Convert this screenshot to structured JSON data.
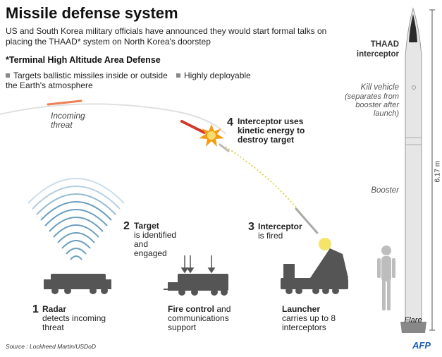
{
  "title": "Missile defense system",
  "subtitle": "US and South Korea military officials have announced they would start formal talks on placing the THAAD* system on North Korea's doorstep",
  "footnote": "*Terminal High Altitude Area Defense",
  "bullets": [
    "Targets ballistic missiles inside or outside the Earth's atmosphere",
    "Highly deployable"
  ],
  "incoming": "Incoming threat",
  "steps": [
    {
      "num": "1",
      "strong": "Radar",
      "text": "detects incoming threat"
    },
    {
      "num": "2",
      "strong": "Target",
      "text": "is identified and engaged"
    },
    {
      "num": "3",
      "strong": "Interceptor",
      "text": "is fired"
    },
    {
      "num": "4",
      "strong": "Interceptor uses kinetic energy to destroy target",
      "text": ""
    }
  ],
  "fire_control": {
    "strong": "Fire control",
    "text": " and communications support"
  },
  "launcher": {
    "strong": "Launcher",
    "text": "carries up to 8 interceptors"
  },
  "interceptor": {
    "name": "THAAD interceptor",
    "kill_vehicle": "Kill vehicle",
    "kill_note": "(separates from booster after launch)",
    "booster": "Booster",
    "flare": "Flare",
    "height": "6.17 m"
  },
  "source": "Source : Lockheed Martin/USDoD",
  "credit": "AFP",
  "colors": {
    "accent": "#e8602a",
    "flash": "#f5c400",
    "vehicle": "#555555",
    "radar_waves": "#6a9ec0"
  }
}
